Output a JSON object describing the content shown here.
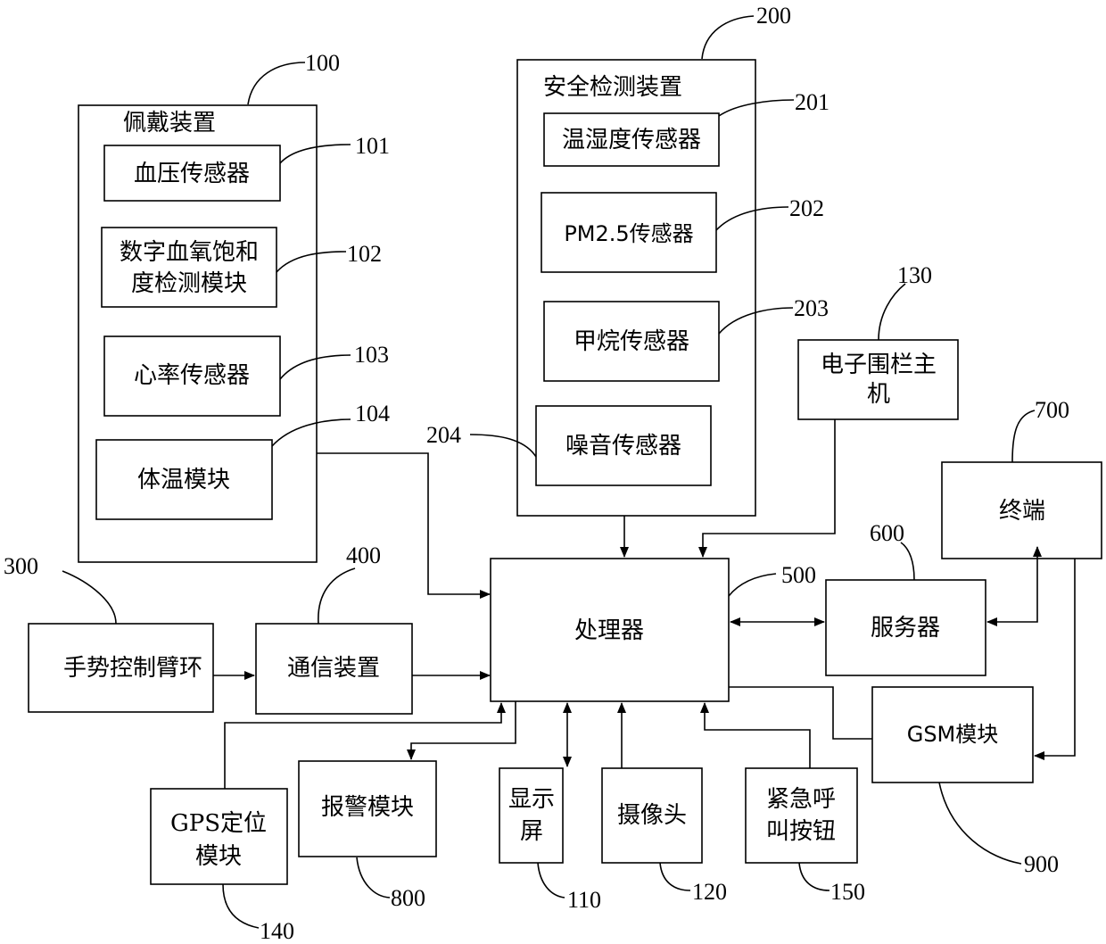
{
  "labels": {
    "wearable_device": "佩戴装置",
    "bp_sensor": "血压传感器",
    "spo2_line1": "数字血氧饱和",
    "spo2_line2": "度检测模块",
    "heart_rate_sensor": "心率传感器",
    "body_temp_module": "体温模块",
    "safety_device": "安全检测装置",
    "temp_humidity_sensor": "温湿度传感器",
    "pm25_sensor": "PM2.5传感器",
    "methane_sensor": "甲烷传感器",
    "noise_sensor": "噪音传感器",
    "fence_line1": "电子围栏主",
    "fence_line2": "机",
    "terminal": "终端",
    "server": "服务器",
    "processor": "处理器",
    "gesture_armband": "手势控制臂环",
    "comm_device": "通信装置",
    "gsm_module": "GSM模块",
    "gps_line1": "GPS定位",
    "gps_line2": "模块",
    "alarm_module": "报警模块",
    "display_line1": "显示",
    "display_line2": "屏",
    "camera": "摄像头",
    "emergency_line1": "紧急呼",
    "emergency_line2": "叫按钮"
  },
  "refs": {
    "r100": "100",
    "r101": "101",
    "r102": "102",
    "r103": "103",
    "r104": "104",
    "r200": "200",
    "r201": "201",
    "r202": "202",
    "r203": "203",
    "r204": "204",
    "r130": "130",
    "r700": "700",
    "r600": "600",
    "r500": "500",
    "r300": "300",
    "r400": "400",
    "r900": "900",
    "r140": "140",
    "r800": "800",
    "r110": "110",
    "r120": "120",
    "r150": "150"
  }
}
